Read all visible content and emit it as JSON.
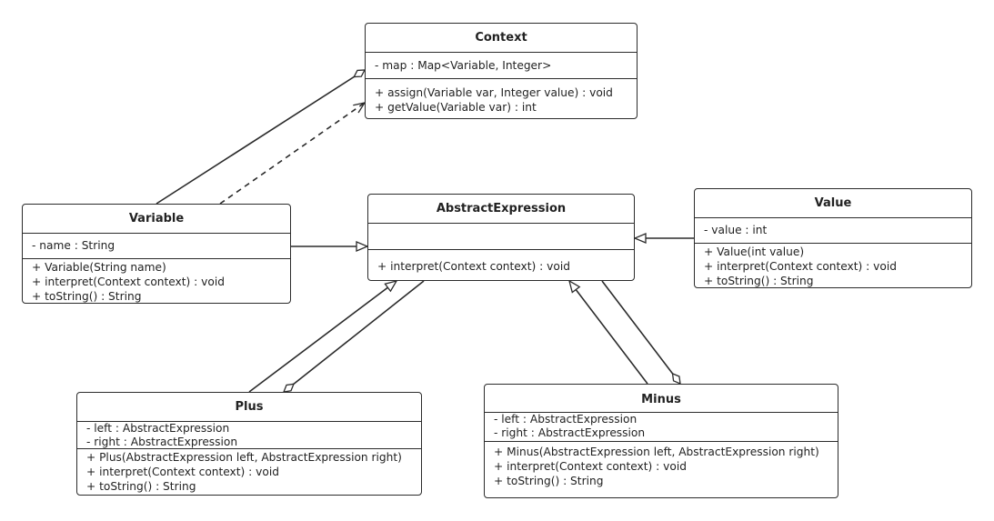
{
  "classes": {
    "context": {
      "name": "Context",
      "attributes": [
        "- map : Map<Variable, Integer>"
      ],
      "operations": [
        "+ assign(Variable var, Integer value) : void",
        "+ getValue(Variable var) : int"
      ]
    },
    "variable": {
      "name": "Variable",
      "attributes": [
        "- name : String"
      ],
      "operations": [
        "+ Variable(String name)",
        "+ interpret(Context context) : void",
        "+ toString() : String"
      ]
    },
    "abstract_expression": {
      "name": "AbstractExpression",
      "attributes": [],
      "operations": [
        "+ interpret(Context context) : void"
      ]
    },
    "value": {
      "name": "Value",
      "attributes": [
        "- value : int"
      ],
      "operations": [
        "+ Value(int value)",
        "+ interpret(Context context) : void",
        "+ toString() : String"
      ]
    },
    "plus": {
      "name": "Plus",
      "attributes": [
        "- left : AbstractExpression",
        "- right : AbstractExpression"
      ],
      "operations": [
        "+ Plus(AbstractExpression left, AbstractExpression right)",
        "+ interpret(Context context) : void",
        "+ toString() : String"
      ]
    },
    "minus": {
      "name": "Minus",
      "attributes": [
        "- left : AbstractExpression",
        "- right : AbstractExpression"
      ],
      "operations": [
        "+ Minus(AbstractExpression left, AbstractExpression right)",
        "+ interpret(Context context) : void",
        "+ toString() : String"
      ]
    }
  },
  "relations": [
    {
      "id": "variable-aggregation-context",
      "kind": "aggregation",
      "from": "variable",
      "to": "context"
    },
    {
      "id": "variable-dependency-context",
      "kind": "dependency",
      "from": "variable",
      "to": "context"
    },
    {
      "id": "variable-generalization-abstract",
      "kind": "generalization",
      "from": "variable",
      "to": "abstract_expression"
    },
    {
      "id": "value-generalization-abstract",
      "kind": "generalization",
      "from": "value",
      "to": "abstract_expression"
    },
    {
      "id": "plus-generalization-abstract",
      "kind": "generalization",
      "from": "plus",
      "to": "abstract_expression"
    },
    {
      "id": "abstract-aggregation-plus",
      "kind": "aggregation",
      "from": "abstract_expression",
      "to": "plus"
    },
    {
      "id": "minus-generalization-abstract",
      "kind": "generalization",
      "from": "minus",
      "to": "abstract_expression"
    },
    {
      "id": "abstract-aggregation-minus",
      "kind": "aggregation",
      "from": "abstract_expression",
      "to": "minus"
    }
  ]
}
